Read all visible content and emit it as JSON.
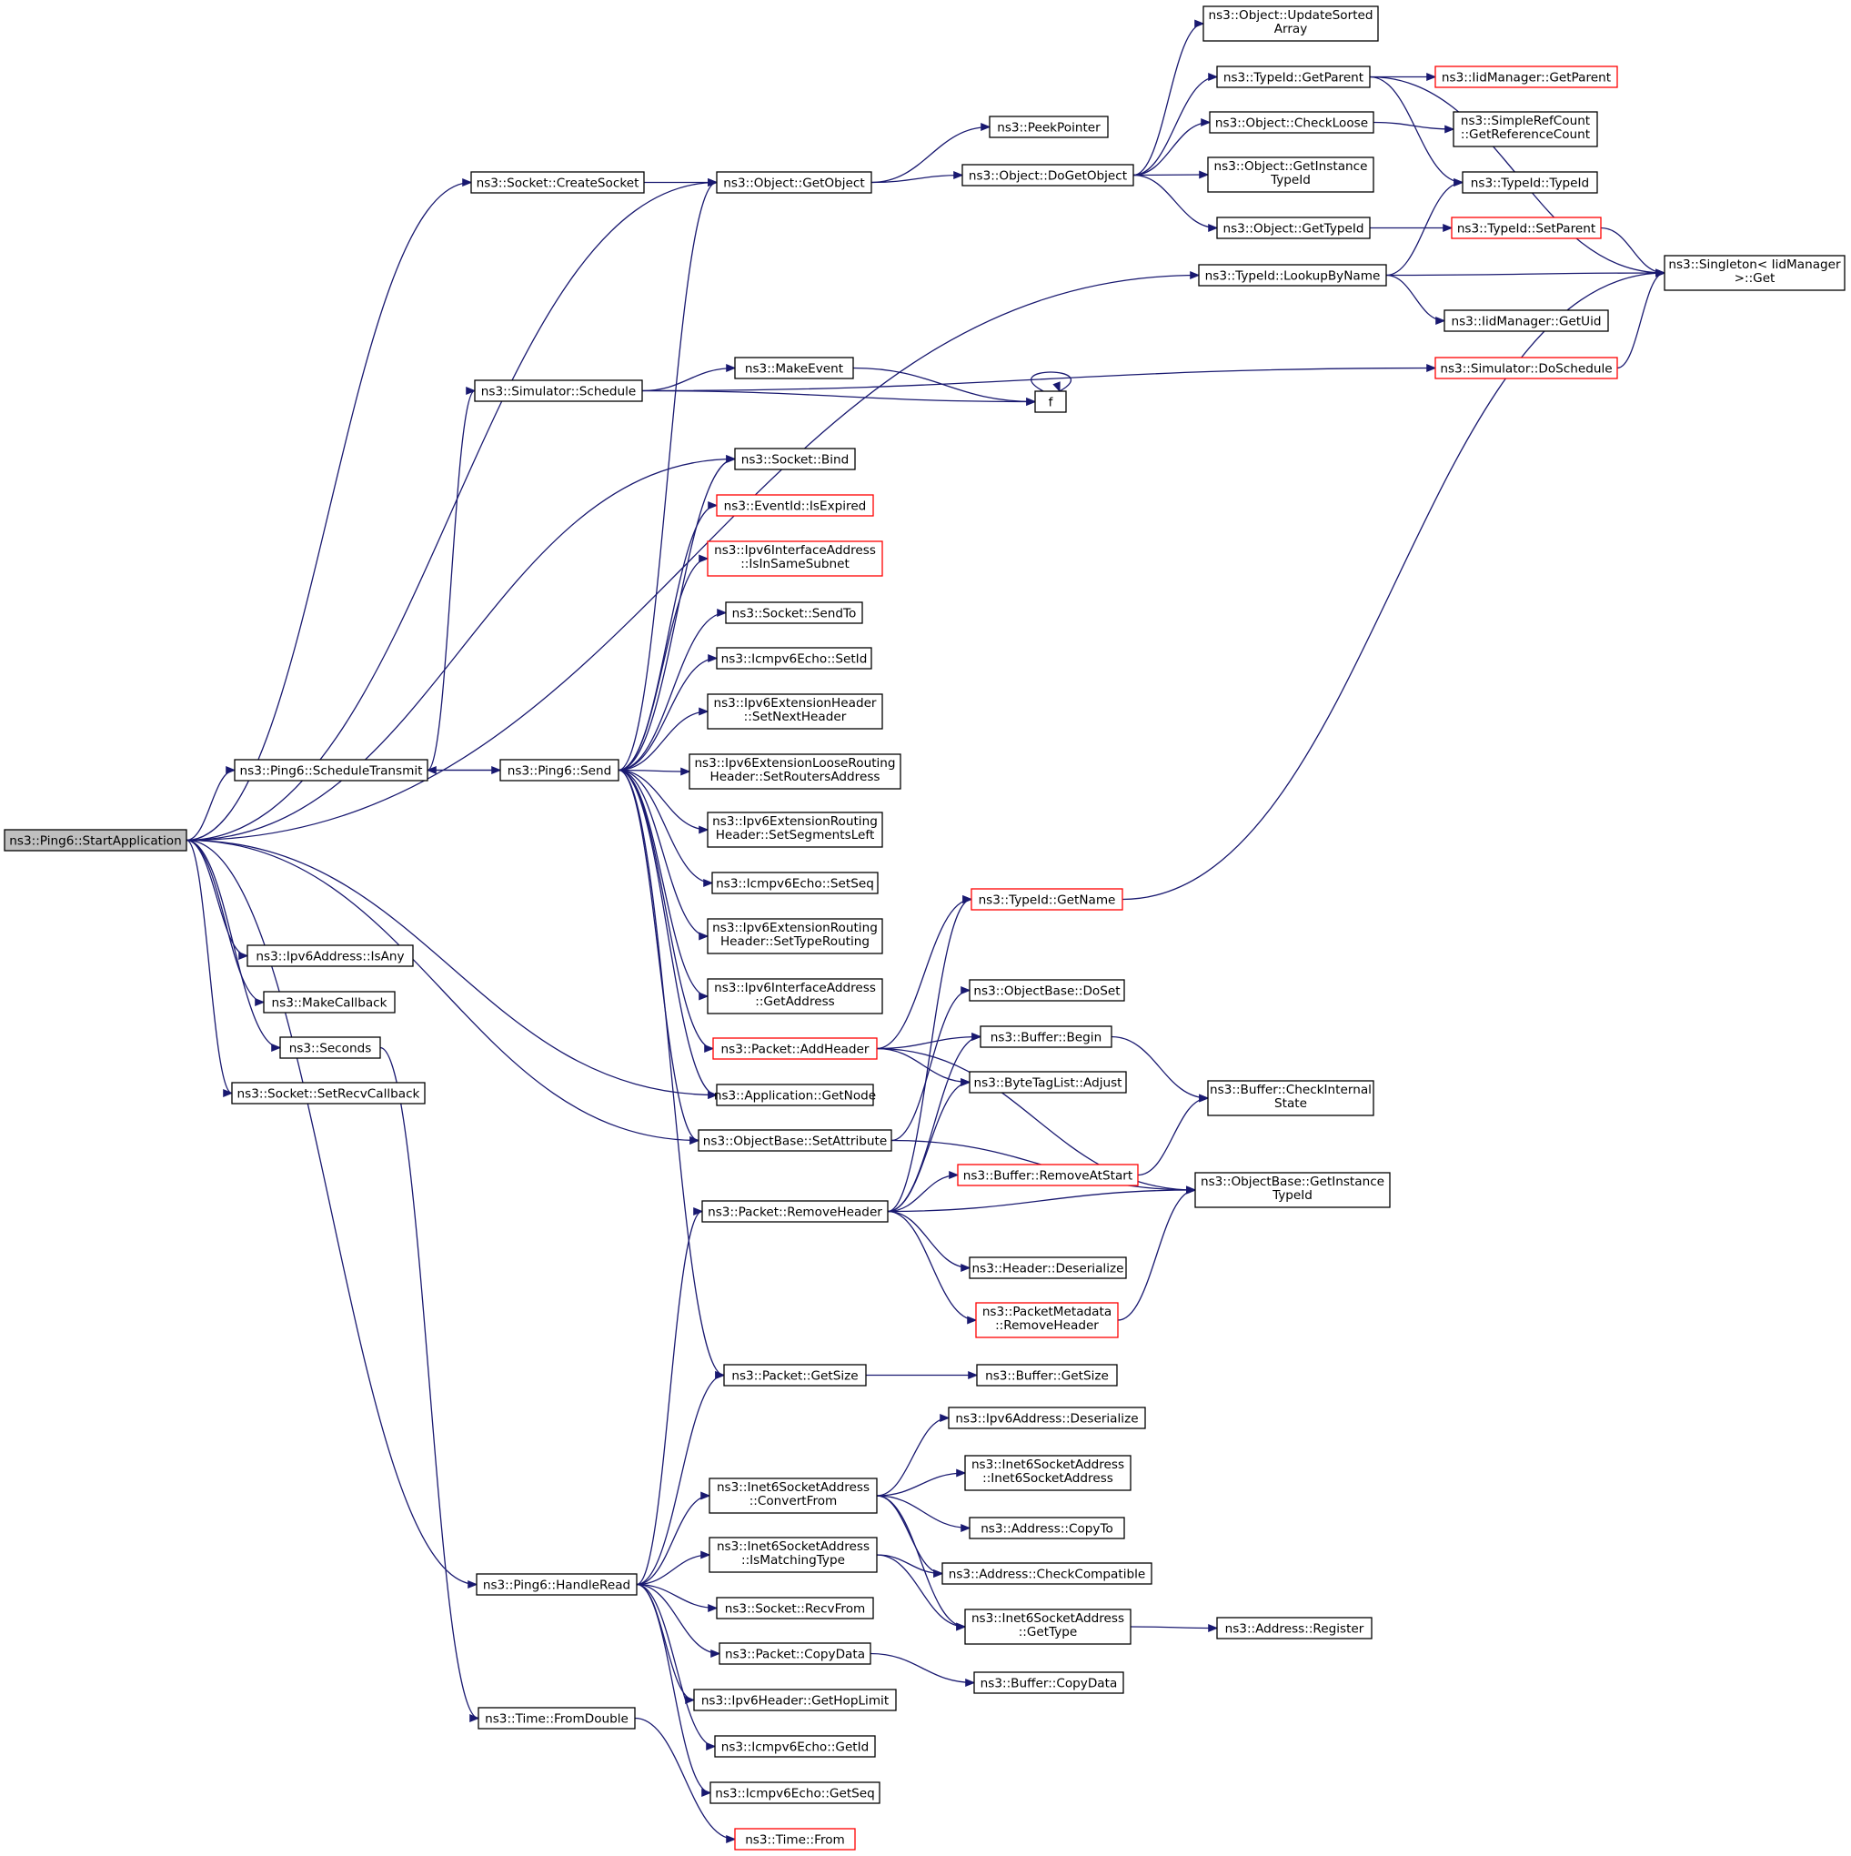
{
  "diagram": {
    "nodes": [
      {
        "id": "start",
        "lines": [
          "ns3::Ping6::StartApplication"
        ],
        "style": "root"
      },
      {
        "id": "createSocket",
        "lines": [
          "ns3::Socket::CreateSocket"
        ]
      },
      {
        "id": "getObject",
        "lines": [
          "ns3::Object::GetObject"
        ]
      },
      {
        "id": "peekPointer",
        "lines": [
          "ns3::PeekPointer"
        ]
      },
      {
        "id": "doGetObject",
        "lines": [
          "ns3::Object::DoGetObject"
        ]
      },
      {
        "id": "updateSorted",
        "lines": [
          "ns3::Object::UpdateSorted",
          "Array"
        ]
      },
      {
        "id": "tidGetParent",
        "lines": [
          "ns3::TypeId::GetParent"
        ]
      },
      {
        "id": "iidGetParent",
        "lines": [
          "ns3::IidManager::GetParent"
        ],
        "style": "red"
      },
      {
        "id": "checkLoose",
        "lines": [
          "ns3::Object::CheckLoose"
        ]
      },
      {
        "id": "simpleRef",
        "lines": [
          "ns3::SimpleRefCount",
          "::GetReferenceCount"
        ]
      },
      {
        "id": "getInstanceTypeId",
        "lines": [
          "ns3::Object::GetInstance",
          "TypeId"
        ]
      },
      {
        "id": "typeIdCtor",
        "lines": [
          "ns3::TypeId::TypeId"
        ]
      },
      {
        "id": "objGetTypeId",
        "lines": [
          "ns3::Object::GetTypeId"
        ]
      },
      {
        "id": "setParent",
        "lines": [
          "ns3::TypeId::SetParent"
        ],
        "style": "red"
      },
      {
        "id": "lookupByName",
        "lines": [
          "ns3::TypeId::LookupByName"
        ]
      },
      {
        "id": "singletonGet",
        "lines": [
          "ns3::Singleton< IidManager",
          " >::Get"
        ]
      },
      {
        "id": "iidGetUid",
        "lines": [
          "ns3::IidManager::GetUid"
        ]
      },
      {
        "id": "simSchedule",
        "lines": [
          "ns3::Simulator::Schedule"
        ]
      },
      {
        "id": "makeEvent",
        "lines": [
          "ns3::MakeEvent"
        ]
      },
      {
        "id": "doSchedule",
        "lines": [
          "ns3::Simulator::DoSchedule"
        ],
        "style": "red"
      },
      {
        "id": "f",
        "lines": [
          "f"
        ]
      },
      {
        "id": "socketBind",
        "lines": [
          "ns3::Socket::Bind"
        ]
      },
      {
        "id": "isExpired",
        "lines": [
          "ns3::EventId::IsExpired"
        ],
        "style": "red"
      },
      {
        "id": "isInSameSubnet",
        "lines": [
          "ns3::Ipv6InterfaceAddress",
          "::IsInSameSubnet"
        ],
        "style": "red"
      },
      {
        "id": "sendTo",
        "lines": [
          "ns3::Socket::SendTo"
        ]
      },
      {
        "id": "icmpSetId",
        "lines": [
          "ns3::Icmpv6Echo::SetId"
        ]
      },
      {
        "id": "setNextHeader",
        "lines": [
          "ns3::Ipv6ExtensionHeader",
          "::SetNextHeader"
        ]
      },
      {
        "id": "setRoutersAddress",
        "lines": [
          "ns3::Ipv6ExtensionLooseRouting",
          "Header::SetRoutersAddress"
        ]
      },
      {
        "id": "setSegmentsLeft",
        "lines": [
          "ns3::Ipv6ExtensionRouting",
          "Header::SetSegmentsLeft"
        ]
      },
      {
        "id": "icmpSetSeq",
        "lines": [
          "ns3::Icmpv6Echo::SetSeq"
        ]
      },
      {
        "id": "setTypeRouting",
        "lines": [
          "ns3::Ipv6ExtensionRouting",
          "Header::SetTypeRouting"
        ]
      },
      {
        "id": "ifaceGetAddress",
        "lines": [
          "ns3::Ipv6InterfaceAddress",
          "::GetAddress"
        ]
      },
      {
        "id": "addHeader",
        "lines": [
          "ns3::Packet::AddHeader"
        ],
        "style": "red"
      },
      {
        "id": "appGetNode",
        "lines": [
          "ns3::Application::GetNode"
        ]
      },
      {
        "id": "setAttribute",
        "lines": [
          "ns3::ObjectBase::SetAttribute"
        ]
      },
      {
        "id": "scheduleTransmit",
        "lines": [
          "ns3::Ping6::ScheduleTransmit"
        ]
      },
      {
        "id": "ping6Send",
        "lines": [
          "ns3::Ping6::Send"
        ]
      },
      {
        "id": "isAny",
        "lines": [
          "ns3::Ipv6Address::IsAny"
        ]
      },
      {
        "id": "makeCallback",
        "lines": [
          "ns3::MakeCallback"
        ]
      },
      {
        "id": "seconds",
        "lines": [
          "ns3::Seconds"
        ]
      },
      {
        "id": "setRecvCallback",
        "lines": [
          "ns3::Socket::SetRecvCallback"
        ]
      },
      {
        "id": "tidGetName",
        "lines": [
          "ns3::TypeId::GetName"
        ],
        "style": "red"
      },
      {
        "id": "doSet",
        "lines": [
          "ns3::ObjectBase::DoSet"
        ]
      },
      {
        "id": "bufferBegin",
        "lines": [
          "ns3::Buffer::Begin"
        ]
      },
      {
        "id": "byteTagAdjust",
        "lines": [
          "ns3::ByteTagList::Adjust"
        ]
      },
      {
        "id": "checkInternal",
        "lines": [
          "ns3::Buffer::CheckInternal",
          "State"
        ]
      },
      {
        "id": "removeAtStart",
        "lines": [
          "ns3::Buffer::RemoveAtStart"
        ],
        "style": "red"
      },
      {
        "id": "obGetInstance",
        "lines": [
          "ns3::ObjectBase::GetInstance",
          "TypeId"
        ]
      },
      {
        "id": "removeHeader",
        "lines": [
          "ns3::Packet::RemoveHeader"
        ]
      },
      {
        "id": "headerDeserialize",
        "lines": [
          "ns3::Header::Deserialize"
        ]
      },
      {
        "id": "pmRemoveHeader",
        "lines": [
          "ns3::PacketMetadata",
          "::RemoveHeader"
        ],
        "style": "red"
      },
      {
        "id": "packetGetSize",
        "lines": [
          "ns3::Packet::GetSize"
        ]
      },
      {
        "id": "bufferGetSize",
        "lines": [
          "ns3::Buffer::GetSize"
        ]
      },
      {
        "id": "ipv6Deserialize",
        "lines": [
          "ns3::Ipv6Address::Deserialize"
        ]
      },
      {
        "id": "inet6Ctor",
        "lines": [
          "ns3::Inet6SocketAddress",
          "::Inet6SocketAddress"
        ]
      },
      {
        "id": "convertFrom",
        "lines": [
          "ns3::Inet6SocketAddress",
          "::ConvertFrom"
        ]
      },
      {
        "id": "addrCopyTo",
        "lines": [
          "ns3::Address::CopyTo"
        ]
      },
      {
        "id": "isMatchingType",
        "lines": [
          "ns3::Inet6SocketAddress",
          "::IsMatchingType"
        ]
      },
      {
        "id": "checkCompatible",
        "lines": [
          "ns3::Address::CheckCompatible"
        ]
      },
      {
        "id": "handleRead",
        "lines": [
          "ns3::Ping6::HandleRead"
        ]
      },
      {
        "id": "inet6GetType",
        "lines": [
          "ns3::Inet6SocketAddress",
          "::GetType"
        ]
      },
      {
        "id": "addrRegister",
        "lines": [
          "ns3::Address::Register"
        ]
      },
      {
        "id": "recvFrom",
        "lines": [
          "ns3::Socket::RecvFrom"
        ]
      },
      {
        "id": "copyData",
        "lines": [
          "ns3::Packet::CopyData"
        ]
      },
      {
        "id": "bufferCopyData",
        "lines": [
          "ns3::Buffer::CopyData"
        ]
      },
      {
        "id": "getHopLimit",
        "lines": [
          "ns3::Ipv6Header::GetHopLimit"
        ]
      },
      {
        "id": "fromDouble",
        "lines": [
          "ns3::Time::FromDouble"
        ]
      },
      {
        "id": "icmpGetId",
        "lines": [
          "ns3::Icmpv6Echo::GetId"
        ]
      },
      {
        "id": "icmpGetSeq",
        "lines": [
          "ns3::Icmpv6Echo::GetSeq"
        ]
      },
      {
        "id": "timeFrom",
        "lines": [
          "ns3::Time::From"
        ],
        "style": "red"
      }
    ],
    "edges": [
      [
        "start",
        "createSocket"
      ],
      [
        "start",
        "getObject"
      ],
      [
        "start",
        "lookupByName"
      ],
      [
        "start",
        "socketBind"
      ],
      [
        "start",
        "scheduleTransmit"
      ],
      [
        "start",
        "setAttribute"
      ],
      [
        "start",
        "appGetNode"
      ],
      [
        "start",
        "handleRead"
      ],
      [
        "start",
        "isAny"
      ],
      [
        "start",
        "makeCallback"
      ],
      [
        "start",
        "seconds"
      ],
      [
        "start",
        "setRecvCallback"
      ],
      [
        "createSocket",
        "getObject"
      ],
      [
        "getObject",
        "peekPointer"
      ],
      [
        "getObject",
        "doGetObject"
      ],
      [
        "doGetObject",
        "updateSorted"
      ],
      [
        "doGetObject",
        "tidGetParent"
      ],
      [
        "doGetObject",
        "checkLoose"
      ],
      [
        "doGetObject",
        "getInstanceTypeId"
      ],
      [
        "doGetObject",
        "objGetTypeId"
      ],
      [
        "tidGetParent",
        "iidGetParent"
      ],
      [
        "tidGetParent",
        "singletonGet"
      ],
      [
        "tidGetParent",
        "typeIdCtor"
      ],
      [
        "checkLoose",
        "simpleRef"
      ],
      [
        "objGetTypeId",
        "setParent"
      ],
      [
        "setParent",
        "singletonGet"
      ],
      [
        "lookupByName",
        "singletonGet"
      ],
      [
        "lookupByName",
        "iidGetUid"
      ],
      [
        "lookupByName",
        "typeIdCtor"
      ],
      [
        "simSchedule",
        "makeEvent"
      ],
      [
        "simSchedule",
        "doSchedule"
      ],
      [
        "simSchedule",
        "f"
      ],
      [
        "makeEvent",
        "f"
      ],
      [
        "f",
        "f"
      ],
      [
        "doSchedule",
        "singletonGet"
      ],
      [
        "scheduleTransmit",
        "simSchedule"
      ],
      [
        "scheduleTransmit",
        "ping6Send"
      ],
      [
        "ping6Send",
        "scheduleTransmit"
      ],
      [
        "ping6Send",
        "getObject"
      ],
      [
        "ping6Send",
        "socketBind"
      ],
      [
        "ping6Send",
        "isExpired"
      ],
      [
        "ping6Send",
        "isInSameSubnet"
      ],
      [
        "ping6Send",
        "sendTo"
      ],
      [
        "ping6Send",
        "icmpSetId"
      ],
      [
        "ping6Send",
        "setNextHeader"
      ],
      [
        "ping6Send",
        "setRoutersAddress"
      ],
      [
        "ping6Send",
        "setSegmentsLeft"
      ],
      [
        "ping6Send",
        "icmpSetSeq"
      ],
      [
        "ping6Send",
        "setTypeRouting"
      ],
      [
        "ping6Send",
        "ifaceGetAddress"
      ],
      [
        "ping6Send",
        "addHeader"
      ],
      [
        "ping6Send",
        "appGetNode"
      ],
      [
        "ping6Send",
        "setAttribute"
      ],
      [
        "ping6Send",
        "packetGetSize"
      ],
      [
        "addHeader",
        "tidGetName"
      ],
      [
        "addHeader",
        "obGetInstance"
      ],
      [
        "addHeader",
        "bufferBegin"
      ],
      [
        "addHeader",
        "byteTagAdjust"
      ],
      [
        "tidGetName",
        "singletonGet"
      ],
      [
        "bufferBegin",
        "checkInternal"
      ],
      [
        "setAttribute",
        "doSet"
      ],
      [
        "setAttribute",
        "obGetInstance"
      ],
      [
        "removeHeader",
        "tidGetName"
      ],
      [
        "removeHeader",
        "bufferBegin"
      ],
      [
        "removeHeader",
        "byteTagAdjust"
      ],
      [
        "removeHeader",
        "removeAtStart"
      ],
      [
        "removeHeader",
        "obGetInstance"
      ],
      [
        "removeHeader",
        "headerDeserialize"
      ],
      [
        "removeHeader",
        "pmRemoveHeader"
      ],
      [
        "removeAtStart",
        "checkInternal"
      ],
      [
        "pmRemoveHeader",
        "obGetInstance"
      ],
      [
        "packetGetSize",
        "bufferGetSize"
      ],
      [
        "handleRead",
        "removeHeader"
      ],
      [
        "handleRead",
        "packetGetSize"
      ],
      [
        "handleRead",
        "convertFrom"
      ],
      [
        "handleRead",
        "isMatchingType"
      ],
      [
        "handleRead",
        "recvFrom"
      ],
      [
        "handleRead",
        "copyData"
      ],
      [
        "handleRead",
        "getHopLimit"
      ],
      [
        "handleRead",
        "icmpGetId"
      ],
      [
        "handleRead",
        "icmpGetSeq"
      ],
      [
        "convertFrom",
        "ipv6Deserialize"
      ],
      [
        "convertFrom",
        "inet6Ctor"
      ],
      [
        "convertFrom",
        "addrCopyTo"
      ],
      [
        "convertFrom",
        "checkCompatible"
      ],
      [
        "convertFrom",
        "inet6GetType"
      ],
      [
        "isMatchingType",
        "checkCompatible"
      ],
      [
        "isMatchingType",
        "inet6GetType"
      ],
      [
        "inet6GetType",
        "addrRegister"
      ],
      [
        "copyData",
        "bufferCopyData"
      ],
      [
        "seconds",
        "fromDouble"
      ],
      [
        "fromDouble",
        "timeFrom"
      ]
    ]
  }
}
